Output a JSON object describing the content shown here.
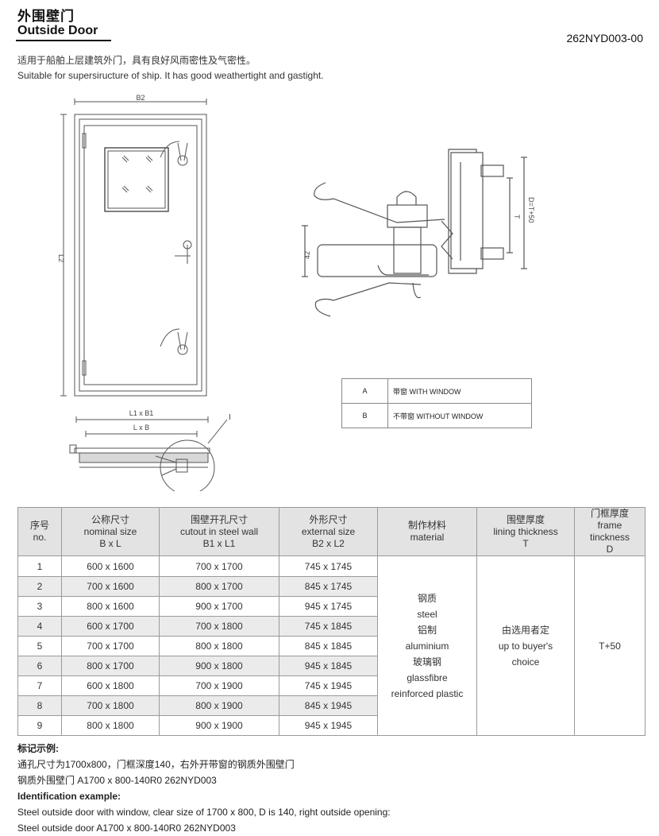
{
  "header": {
    "title_cn": "外围壁门",
    "title_en": "Outside Door",
    "code": "262NYD003-00",
    "desc_cn": "适用于船舶上层建筑外门，具有良好风雨密性及气密性。",
    "desc_en": "Suitable for supersiructure of ship. It has good weathertight and gastight."
  },
  "drawing": {
    "label_b2": "B2",
    "label_l2": "L2",
    "label_l1b1": "L1 x B1",
    "label_lb": "L x B",
    "label_detail": "I",
    "label_42": "42",
    "label_t": "T",
    "label_d": "D=T+50"
  },
  "legend": [
    {
      "key": "A",
      "text": "带窗 WITH WINDOW"
    },
    {
      "key": "B",
      "text": "不带窗 WITHOUT WINDOW"
    }
  ],
  "table": {
    "headers": [
      {
        "cn": "序号",
        "en": "no.",
        "sub": ""
      },
      {
        "cn": "公称尺寸",
        "en": "nominal size",
        "sub": "B x L"
      },
      {
        "cn": "围壁开孔尺寸",
        "en": "cutout in steel wall",
        "sub": "B1 x L1"
      },
      {
        "cn": "外形尺寸",
        "en": "external size",
        "sub": "B2 x L2"
      },
      {
        "cn": "制作材料",
        "en": "material",
        "sub": ""
      },
      {
        "cn": "围壁厚度",
        "en": "lining thickness",
        "sub": "T"
      },
      {
        "cn": "门框厚度",
        "en": "frame tinckness",
        "sub": "D"
      }
    ],
    "rows": [
      [
        "1",
        "600 x 1600",
        "700 x 1700",
        "745 x 1745"
      ],
      [
        "2",
        "700 x 1600",
        "800 x 1700",
        "845 x 1745"
      ],
      [
        "3",
        "800 x 1600",
        "900 x 1700",
        "945 x 1745"
      ],
      [
        "4",
        "600 x 1700",
        "700 x 1800",
        "745 x 1845"
      ],
      [
        "5",
        "700 x 1700",
        "800 x 1800",
        "845 x 1845"
      ],
      [
        "6",
        "800 x 1700",
        "900 x 1800",
        "945 x 1845"
      ],
      [
        "7",
        "600 x 1800",
        "700 x 1900",
        "745 x 1945"
      ],
      [
        "8",
        "700 x 1800",
        "800 x 1900",
        "845 x 1945"
      ],
      [
        "9",
        "800 x 1800",
        "900 x 1900",
        "945 x 1945"
      ]
    ],
    "material": {
      "steel_cn": "钢质",
      "steel_en": "steel",
      "alu_cn": "铝制",
      "alu_en": "aluminium",
      "glass_cn": "玻璃钢",
      "glass_en1": "glassfibre",
      "glass_en2": "reinforced plastic"
    },
    "lining": {
      "cn": "由选用者定",
      "en1": "up to buyer's",
      "en2": "choice"
    },
    "frame": "T+50"
  },
  "notes": {
    "label_cn": "标记示例:",
    "line1_cn": "通孔尺寸为1700x800，门框深度140，右外开带窗的钢质外围壁门",
    "line2_cn": "钢质外围壁门 A1700 x 800-140R0 262NYD003",
    "label_en": "Identification example:",
    "line1_en": "Steel outside door with window, clear size of 1700 x 800, D is 140, right outside opening:",
    "line2_en": "Steel outside door A1700 x 800-140R0 262NYD003"
  }
}
